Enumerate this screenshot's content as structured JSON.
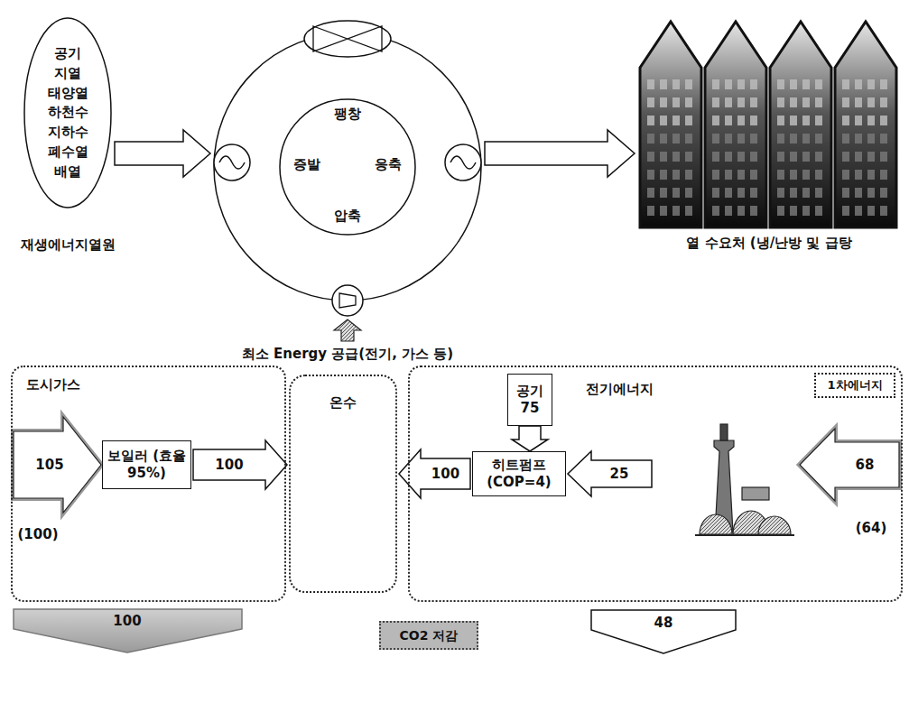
{
  "diagram": {
    "nodes": [
      {
        "text": [
          "공기 지열 태양열 하천수 지하수 폐수열 배열",
          "재생에너지열원"
        ]
      },
      {
        "text": [
          "팽창",
          "증발",
          "응축",
          "압축"
        ]
      },
      {
        "text": [
          "열 수요처 (냉/난방 및 급탕"
        ]
      },
      {
        "text": [
          "도시가스"
        ]
      },
      {
        "text": [
          "보일러 (효율 95%)"
        ],
        "in": 3
      },
      {
        "text": [
          "온수"
        ]
      },
      {
        "text": [
          "전기에너지"
        ]
      },
      {
        "text": [
          "1차에너지"
        ],
        "in": 6
      },
      {
        "text": [
          "공기",
          "75"
        ],
        "in": 6
      },
      {
        "text": [
          "히트펌프 (COP=4)"
        ],
        "in": 6
      },
      {
        "text": [
          "CO2 저감"
        ]
      }
    ],
    "edges": [
      {
        "from": 0,
        "to": 1,
        "arrow": "to"
      },
      {
        "from": 1,
        "to": 2,
        "arrow": "to"
      },
      {
        "from": 4,
        "to": 5,
        "label": "100",
        "arrow": "to"
      },
      {
        "from": 9,
        "to": 5,
        "label": "100",
        "arrow": "to"
      },
      {
        "from": 8,
        "to": 9,
        "arrow": "to"
      }
    ],
    "labels": [
      "최소 Energy 공급(전기, 가스 등)",
      "105",
      "(100)",
      "25",
      "68",
      "(64)",
      "100",
      "48"
    ]
  }
}
